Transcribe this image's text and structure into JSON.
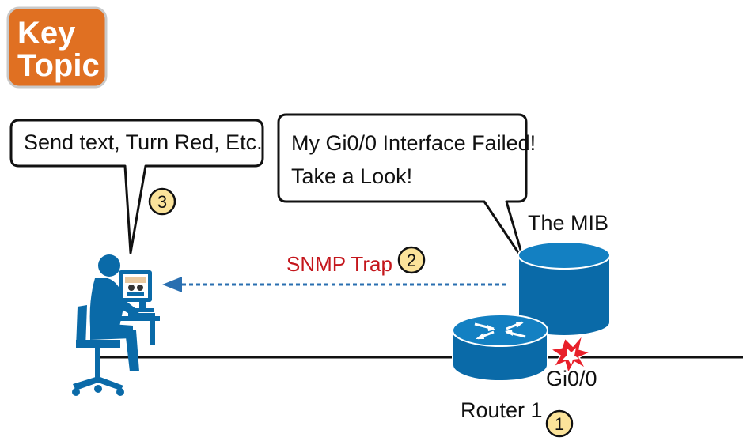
{
  "badge": {
    "line1": "Key",
    "line2": "Topic"
  },
  "bubble_left": {
    "text": "Send text, Turn Red, Etc."
  },
  "bubble_right": {
    "line1": "My Gi0/0 Interface Failed!",
    "line2": "Take a Look!"
  },
  "mib_label": "The MIB",
  "trap_label": "SNMP Trap",
  "interface_label": "Gi0/0",
  "router_label": "Router 1",
  "steps": {
    "one": "1",
    "two": "2",
    "three": "3"
  },
  "colors": {
    "badge_orange": "#e07022",
    "device_blue": "#0a6aa8",
    "arrow_blue": "#2a6fb0",
    "trap_red": "#c4161c",
    "step_yellow": "#fbe39a",
    "failure_red": "#e8202a"
  }
}
